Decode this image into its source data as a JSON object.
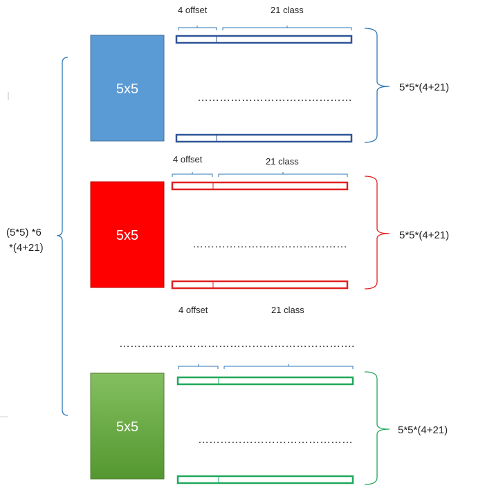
{
  "blocks": [
    {
      "label": "5x5",
      "color": "#5b9bd5",
      "accent": "#2f5597"
    },
    {
      "label": "5x5",
      "color": "#ff0000",
      "accent": "#e02020"
    },
    {
      "label": "5x5",
      "color": "#70ad47",
      "accent": "#1ea85a"
    }
  ],
  "top_section": {
    "offset_label": "4 offset",
    "class_label": "21 class",
    "dots": "……………………………………",
    "bracket_label": "5*5*(4+21)"
  },
  "middle_section": {
    "offset_label": "4 offset",
    "class_label": "21 class",
    "dots": "……………………………………",
    "bracket_label": "5*5*(4+21)"
  },
  "between_labels": {
    "offset_label": "4 offset",
    "class_label": "21 class",
    "dots": "……………………………………………………….",
    "bracket_label": ""
  },
  "bottom_section": {
    "dots": "……………………………………",
    "bracket_label": "5*5*(4+21)"
  },
  "total_label": {
    "line1": "(5*5) *6",
    "line2": "*(4+21)"
  },
  "colors": {
    "brace_left": "#2e75b6",
    "text": "#222222"
  }
}
